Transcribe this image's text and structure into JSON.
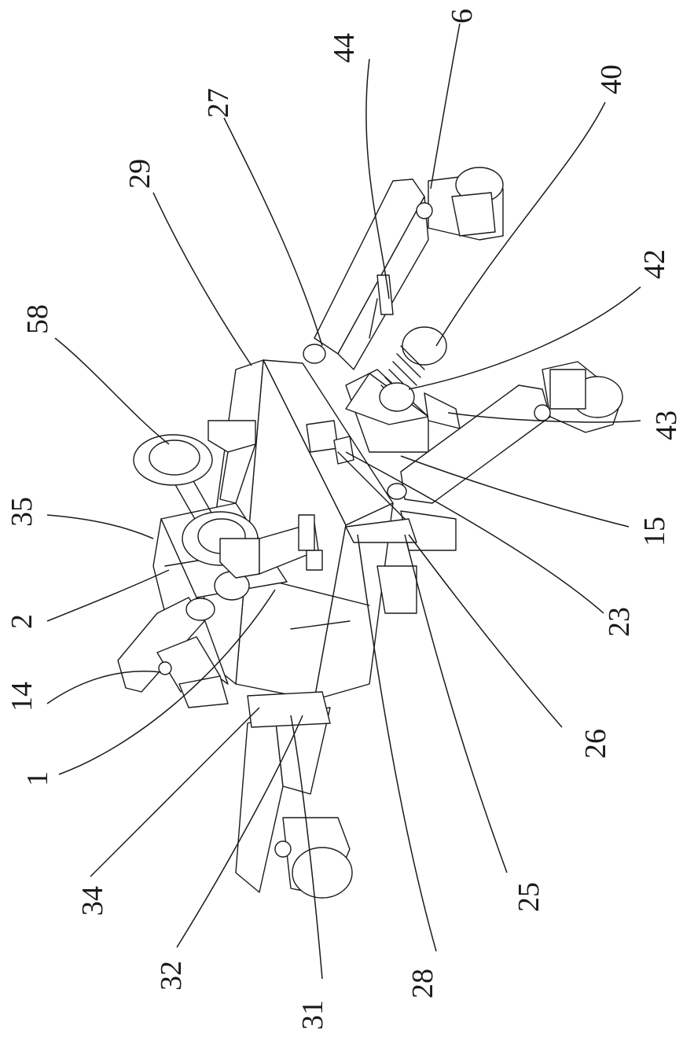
{
  "figure": {
    "orientation": "rotated-90",
    "labels": {
      "l1": "1",
      "l2": "2",
      "l6": "6",
      "l14": "14",
      "l15": "15",
      "l23": "23",
      "l25": "25",
      "l26": "26",
      "l27": "27",
      "l28": "28",
      "l29": "29",
      "l31": "31",
      "l32": "32",
      "l34": "34",
      "l35": "35",
      "l40": "40",
      "l42": "42",
      "l43": "43",
      "l44": "44",
      "l58": "58"
    }
  }
}
